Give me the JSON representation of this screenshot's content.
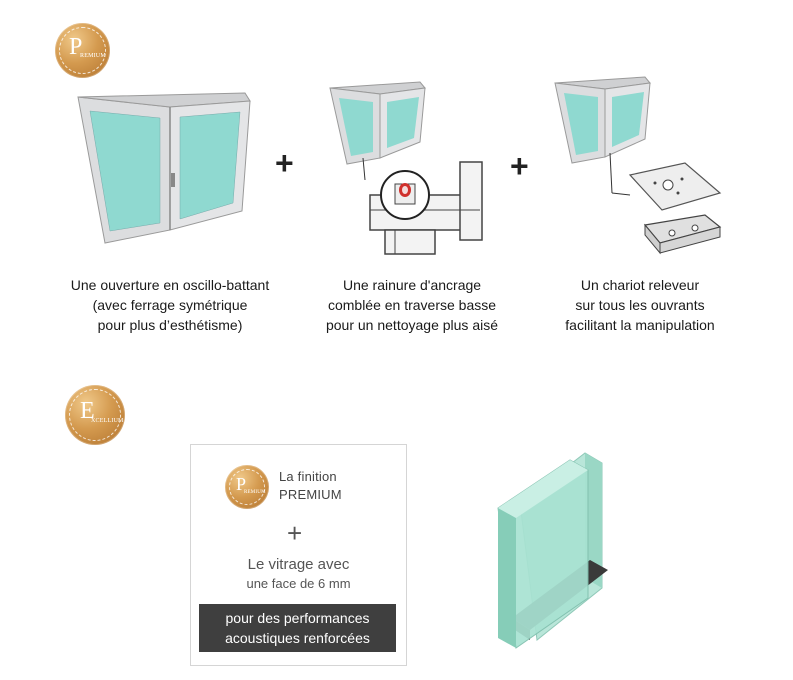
{
  "badges": {
    "premium": {
      "letter": "P",
      "word": "REMIUM"
    },
    "excellium": {
      "letter": "E",
      "word": "XCELLIUM"
    }
  },
  "features": [
    {
      "lines": [
        "Une ouverture en oscillo-battant",
        "(avec ferrage symétrique",
        "pour plus d’esthétisme)"
      ]
    },
    {
      "lines": [
        "Une rainure d'ancrage",
        "comblée en traverse basse",
        "pour un nettoyage plus aisé"
      ]
    },
    {
      "lines": [
        "Un chariot releveur",
        "sur tous les ouvrants",
        "facilitant la manipulation"
      ]
    }
  ],
  "plus_sign": "+",
  "info_box": {
    "badge_letter": "P",
    "badge_word": "REMIUM",
    "title_line1": "La finition",
    "title_line2": "PREMIUM",
    "plus": "+",
    "glazing_line1": "Le vitrage avec",
    "glazing_line2": "une face de 6 mm",
    "band_line1": "pour des performances",
    "band_line2": "acoustiques renforcées"
  },
  "colors": {
    "gold": "#c98a40",
    "glass": "#8fd9d0",
    "frame": "#d9dadc",
    "dark_band": "#3f3f3f"
  },
  "icons": [
    "premium-badge-icon",
    "excellium-badge-icon",
    "window-illustration",
    "groove-profile-illustration",
    "roller-carriage-illustration",
    "double-glazing-illustration"
  ]
}
